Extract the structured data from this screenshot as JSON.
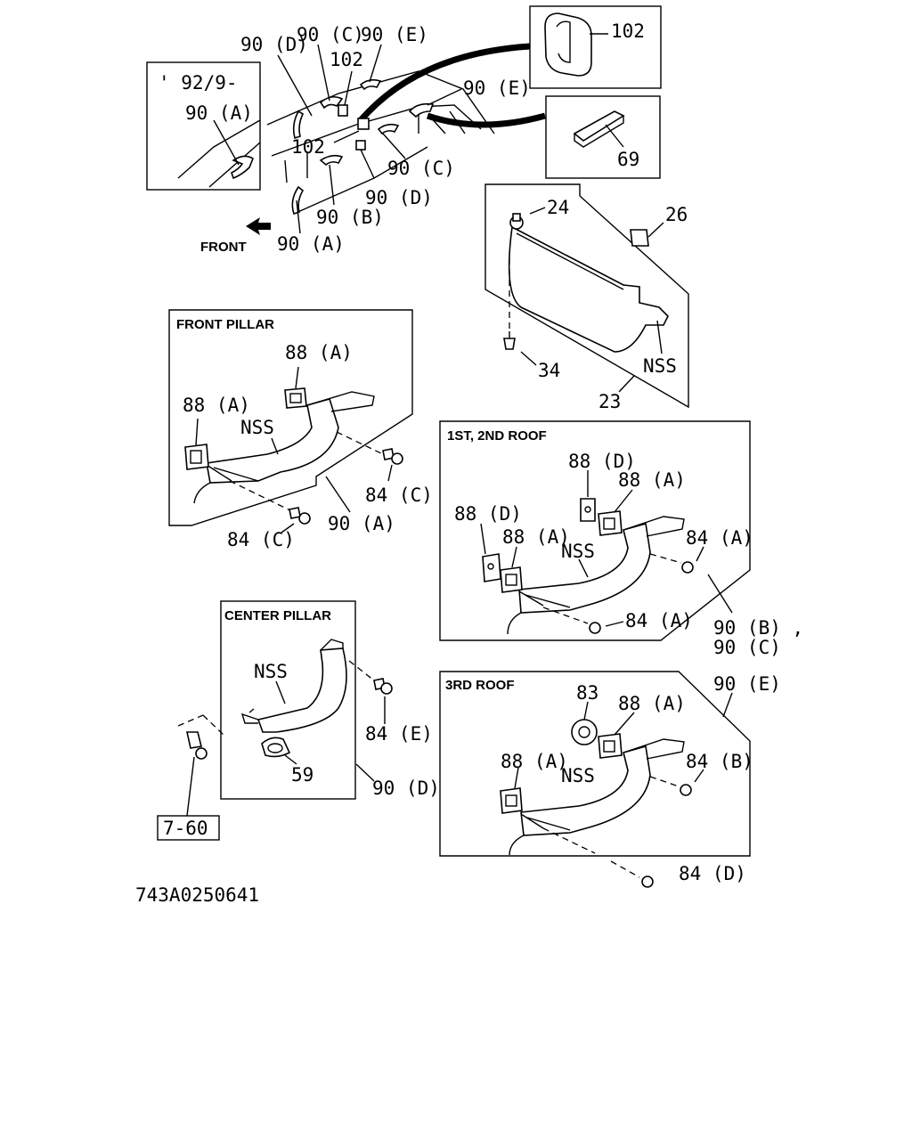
{
  "labels": {
    "p90d_top": "90 (D)",
    "p90c_top": "90 (C)",
    "p90e_top": "90 (E)",
    "p102_mid": "102",
    "p102_box": "102",
    "p90e_mid": "90 (E)",
    "date_code": "' 92/9-",
    "p90a_inset": "90 (A)",
    "p102_low": "102",
    "p90c_low": "90 (C)",
    "p90d_low": "90 (D)",
    "p90b_low": "90 (B)",
    "p90a_low": "90 (A)",
    "p69": "69",
    "front": "FRONT",
    "p24": "24",
    "p26": "26",
    "p34": "34",
    "nss_visor": "NSS",
    "p23": "23",
    "fp_88a_top": "88 (A)",
    "fp_88a_left": "88 (A)",
    "fp_nss": "NSS",
    "fp_84c_right": "84 (C)",
    "fp_90a": "90 (A)",
    "fp_84c_bottom": "84 (C)",
    "r12_88d_top": "88 (D)",
    "r12_88a_top": "88 (A)",
    "r12_88d_left": "88 (D)",
    "r12_88a_mid": "88 (A)",
    "r12_nss": "NSS",
    "r12_84a_right": "84 (A)",
    "r12_84a_bottom": "84 (A)",
    "r12_90b": "90 (B) ,",
    "r12_90c": "90 (C)",
    "cp_nss": "NSS",
    "cp_84e": "84 (E)",
    "cp_59": "59",
    "cp_90d": "90 (D)",
    "ref_760": "7-60",
    "r3_83": "83",
    "r3_88a_top": "88 (A)",
    "r3_88a_left": "88 (A)",
    "r3_nss": "NSS",
    "r3_84b": "84 (B)",
    "r3_90e": "90 (E)",
    "r3_84d": "84 (D)",
    "drawing_number": "743A0250641"
  },
  "titles": {
    "front_pillar": "FRONT PILLAR",
    "roof_1_2": "1ST, 2ND ROOF",
    "center_pillar": "CENTER PILLAR",
    "roof_3": "3RD ROOF"
  },
  "colors": {
    "ink": "#000000",
    "paper": "#ffffff"
  }
}
